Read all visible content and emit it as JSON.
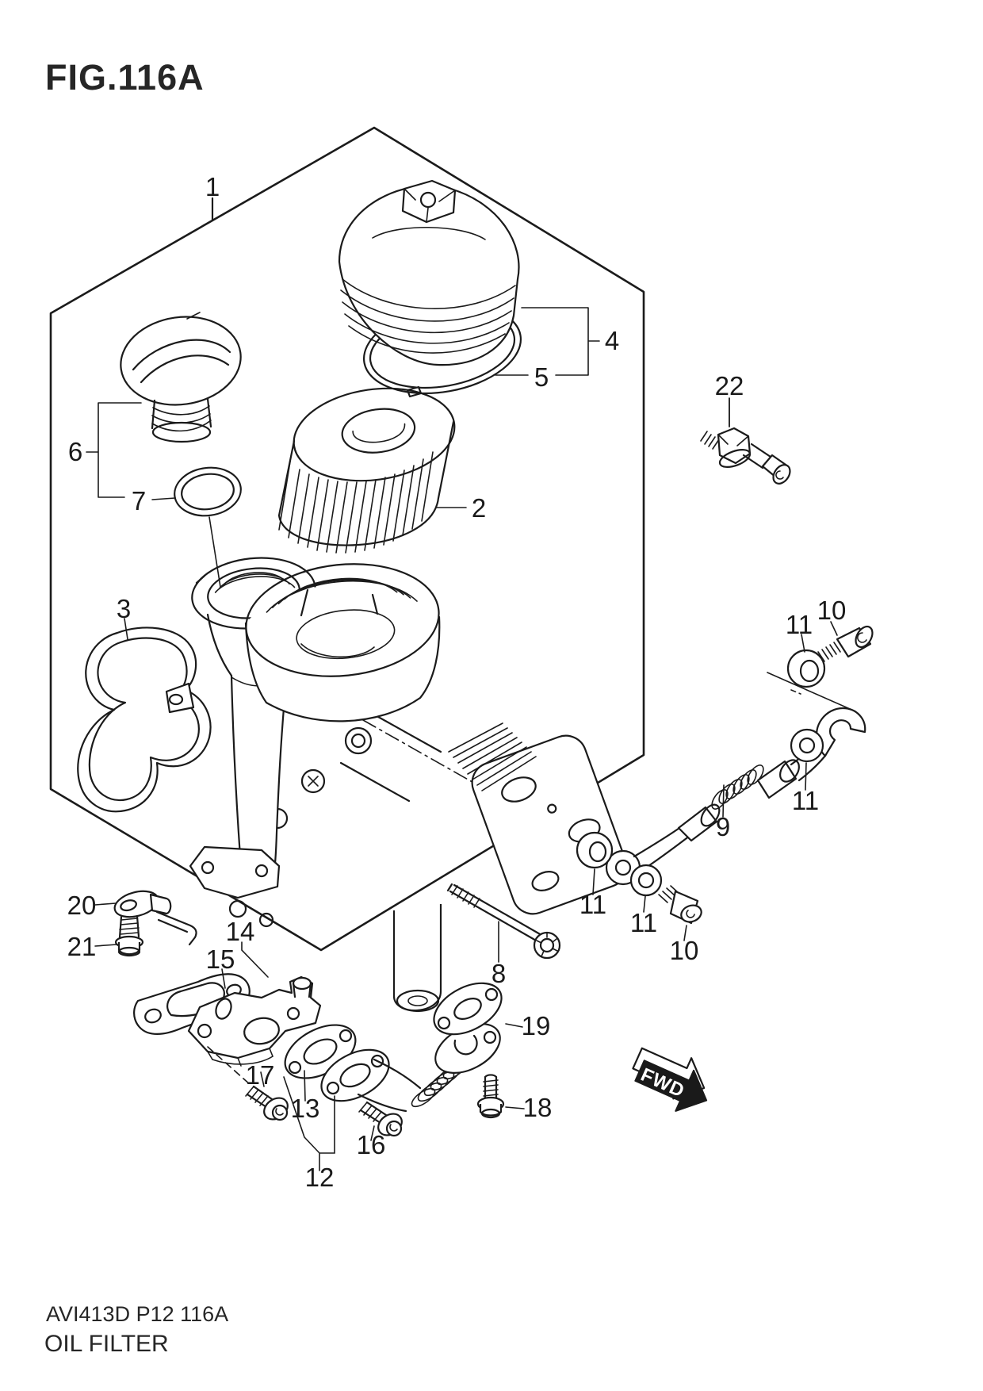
{
  "figure": {
    "title": "FIG.116A"
  },
  "footer": {
    "code": "AVI413D P12 116A",
    "caption": "OIL FILTER"
  },
  "fwd": {
    "label": "FWD"
  },
  "diagram_colors": {
    "line": "#1b1b1b",
    "background": "#ffffff",
    "fwd_fill": "#1a1a1a"
  },
  "callouts": [
    {
      "label": "1"
    },
    {
      "label": "2"
    },
    {
      "label": "3"
    },
    {
      "label": "4"
    },
    {
      "label": "5"
    },
    {
      "label": "6"
    },
    {
      "label": "7"
    },
    {
      "label": "8"
    },
    {
      "label": "9"
    },
    {
      "label": "10"
    },
    {
      "label": "11"
    },
    {
      "label": "11"
    },
    {
      "label": "11"
    },
    {
      "label": "11"
    },
    {
      "label": "10"
    },
    {
      "label": "20"
    },
    {
      "label": "21"
    },
    {
      "label": "14"
    },
    {
      "label": "15"
    },
    {
      "label": "17"
    },
    {
      "label": "13"
    },
    {
      "label": "16"
    },
    {
      "label": "12"
    },
    {
      "label": "19"
    },
    {
      "label": "18"
    },
    {
      "label": "22"
    }
  ]
}
